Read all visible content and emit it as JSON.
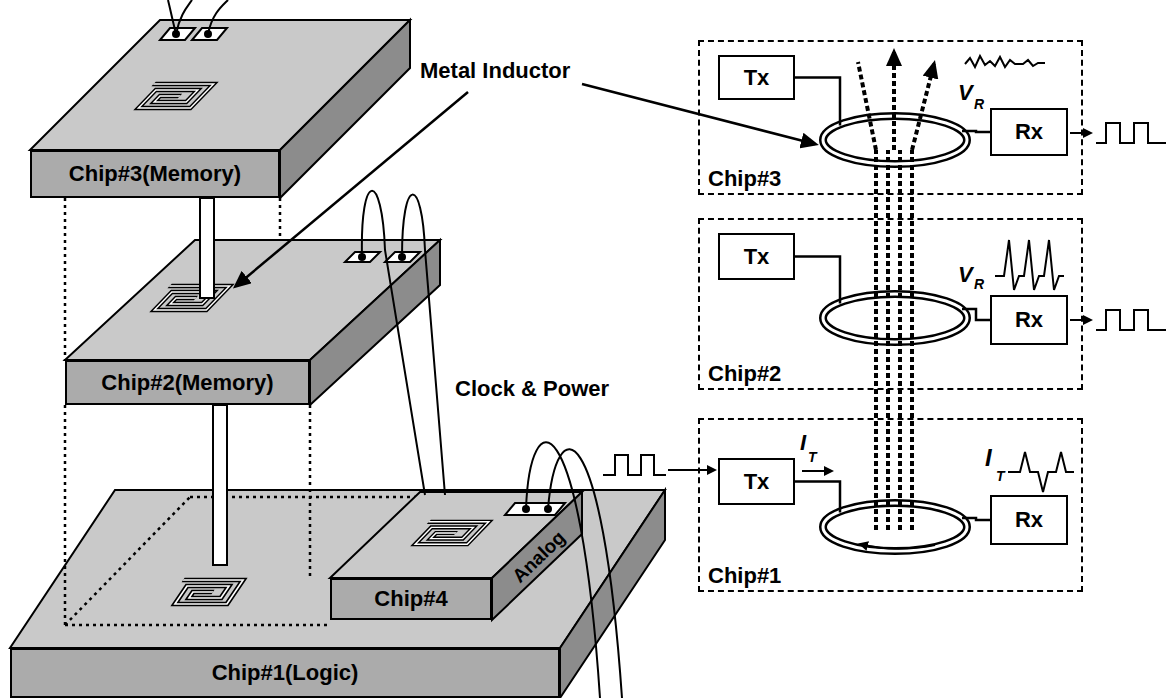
{
  "diagram": {
    "nodes": [
      {
        "text": [
          "Chip#3(Memory)"
        ]
      },
      {
        "text": [
          "Chip#2(Memory)"
        ]
      },
      {
        "text": [
          "Chip#1(Logic)"
        ]
      },
      {
        "text": [
          "Chip#4",
          "Analog"
        ]
      },
      {
        "text": [
          "Chip#3"
        ]
      },
      {
        "text": [
          "Tx"
        ],
        "in": 4
      },
      {
        "text": [
          "Rx"
        ],
        "in": 4
      },
      {
        "text": [
          "Chip#2"
        ]
      },
      {
        "text": [
          "Tx"
        ],
        "in": 7
      },
      {
        "text": [
          "Rx"
        ],
        "in": 7
      },
      {
        "text": [
          "Chip#1"
        ]
      },
      {
        "text": [
          "Tx"
        ],
        "in": 10
      },
      {
        "text": [
          "Rx"
        ],
        "in": 10
      }
    ],
    "edges": [
      {
        "from": 5,
        "to": 6,
        "arrow": "none"
      },
      {
        "from": 8,
        "to": 9,
        "arrow": "none"
      },
      {
        "from": 11,
        "to": 12,
        "arrow": "none"
      }
    ],
    "labels": [
      "Metal Inductor",
      "Clock & Power",
      "V",
      "R",
      "V",
      "R",
      "I",
      "T",
      "I",
      "T"
    ]
  }
}
